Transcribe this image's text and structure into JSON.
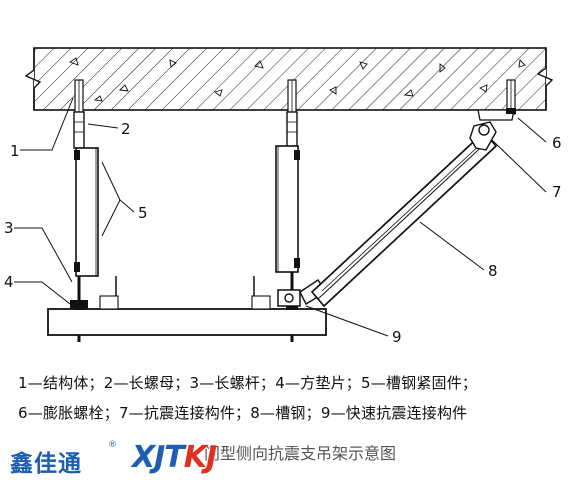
{
  "callouts": [
    "1",
    "2",
    "3",
    "4",
    "5",
    "6",
    "7",
    "8",
    "9"
  ],
  "legend_line1": "1—结构体；2—长螺母；3—长螺杆；4—方垫片；5—槽钢紧固件；",
  "legend_line2": "6—膨胀螺栓；7—抗震连接构件；8—槽钢；9—快速抗震连接构件",
  "caption": "门型侧向抗震支吊架示意图",
  "brand": {
    "cn": "鑫佳通",
    "reg": "®",
    "en_a": "XJT",
    "en_b": "KJ"
  },
  "colors": {
    "line": "#111111",
    "brand_blue": "#1e5eb0",
    "brand_red": "#e0301e"
  }
}
